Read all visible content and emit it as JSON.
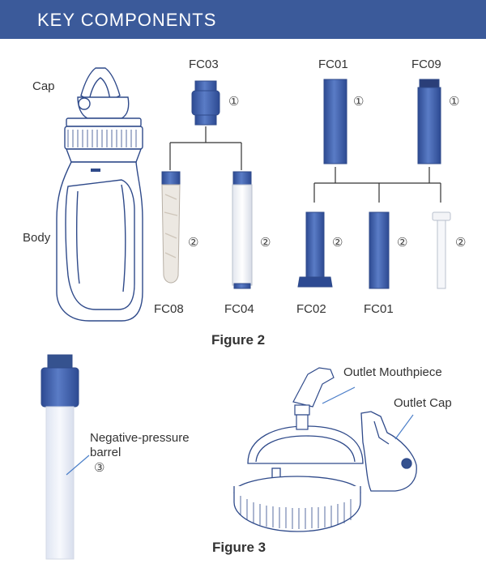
{
  "header": {
    "title": "KEY COMPONENTS"
  },
  "figure2": {
    "caption": "Figure 2",
    "bottle_labels": {
      "cap": "Cap",
      "body": "Body"
    },
    "top_filters": [
      {
        "code": "FC03",
        "marker": "①"
      },
      {
        "code": "FC01",
        "marker": "①"
      },
      {
        "code": "FC09",
        "marker": "①"
      }
    ],
    "bottom_filters": [
      {
        "code": "FC08",
        "marker": "②"
      },
      {
        "code": "FC04",
        "marker": "②"
      },
      {
        "code": "FC02",
        "marker": "②"
      },
      {
        "code": "FC01",
        "marker": "②"
      },
      {
        "code": "",
        "marker": "②"
      }
    ]
  },
  "figure3": {
    "caption": "Figure 3",
    "barrel_label_line1": "Negative-pressure",
    "barrel_label_line2": "barrel",
    "barrel_marker": "③",
    "outlet_mouthpiece": "Outlet Mouthpiece",
    "outlet_cap": "Outlet Cap"
  },
  "colors": {
    "header": "#3b5a9a",
    "filter_blue": "#3f5ea8",
    "outline": "#2f4a8a",
    "leader": "#4a7ec8"
  }
}
